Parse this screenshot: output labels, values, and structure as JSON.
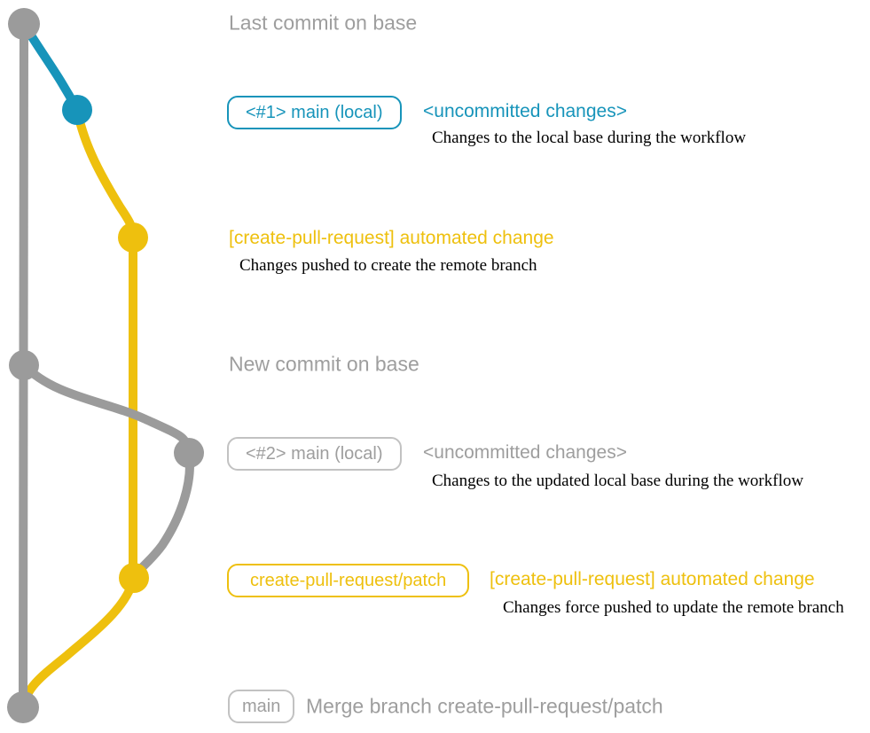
{
  "colors": {
    "blue": "#1794ba",
    "yellow": "#eec00e",
    "gray": "#9b9b9b",
    "grayText": "#9e9e9e",
    "grayBorder": "#c2c2c2",
    "black": "#000000"
  },
  "graph": {
    "nodes": [
      {
        "id": "last-commit-on-base",
        "color": "gray"
      },
      {
        "id": "uncommitted-changes-1",
        "color": "blue"
      },
      {
        "id": "automated-change-1",
        "color": "yellow"
      },
      {
        "id": "new-commit-on-base",
        "color": "gray"
      },
      {
        "id": "uncommitted-changes-2",
        "color": "gray"
      },
      {
        "id": "automated-change-2",
        "color": "yellow"
      },
      {
        "id": "merge-commit",
        "color": "gray"
      }
    ]
  },
  "rows": {
    "row1": {
      "label": "Last commit on base"
    },
    "row2": {
      "badge": "<#1> main (local)",
      "title": "<uncommitted changes>",
      "caption": "Changes to the local base during the workflow"
    },
    "row3": {
      "title": "[create-pull-request] automated change",
      "caption": "Changes pushed to create the remote branch"
    },
    "row4": {
      "label": "New commit on base"
    },
    "row5": {
      "badge": "<#2> main (local)",
      "title": "<uncommitted changes>",
      "caption": "Changes to the updated local base during the workflow"
    },
    "row6": {
      "badge": "create-pull-request/patch",
      "title": "[create-pull-request] automated change",
      "caption": "Changes force pushed to update the remote branch"
    },
    "row7": {
      "badge": "main",
      "title": "Merge branch create-pull-request/patch"
    }
  }
}
